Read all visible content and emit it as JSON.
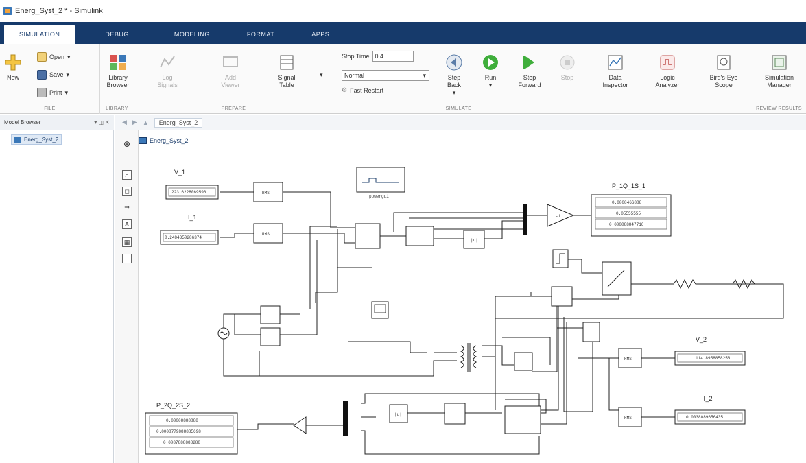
{
  "window": {
    "title": "Energ_Syst_2 * - Simulink"
  },
  "tabs": [
    "SIMULATION",
    "DEBUG",
    "MODELING",
    "FORMAT",
    "APPS"
  ],
  "ribbon": {
    "file": {
      "label": "FILE",
      "new": "New",
      "open": "Open",
      "save": "Save",
      "print": "Print"
    },
    "library": {
      "label": "LIBRARY",
      "browser": "Library Browser"
    },
    "prepare": {
      "label": "PREPARE",
      "log_signals": "Log Signals",
      "add_viewer": "Add Viewer",
      "signal_table": "Signal Table"
    },
    "simulate": {
      "label": "SIMULATE",
      "stop_time_label": "Stop Time",
      "stop_time": "0.4",
      "mode": "Normal",
      "fast_restart": "Fast Restart",
      "step_back": "Step Back",
      "run": "Run",
      "step_forward": "Step Forward",
      "stop": "Stop"
    },
    "review": {
      "label": "REVIEW RESULTS",
      "data_inspector": "Data Inspector",
      "logic_analyzer": "Logic Analyzer",
      "birds_eye": "Bird's-Eye Scope",
      "sim_manager": "Simulation Manager"
    }
  },
  "model_browser": {
    "title": "Model Browser",
    "item": "Energ_Syst_2"
  },
  "breadcrumb": "Energ_Syst_2",
  "model_name": "Energ_Syst_2",
  "blocks": {
    "v1_label": "V_1",
    "v1_value": "223.6228069596",
    "i_label": "I_1",
    "i_value": "0.2484350286374",
    "pq_label": "P_1Q_1S_1",
    "pq_values": [
      "0.0008466888",
      "0.05555555",
      "0.000088847716"
    ],
    "powergui": "powergui",
    "v2_label": "V_2",
    "v2_value": "114.8958858258",
    "i2_label": "I_2",
    "i2_value": "0.0038089656435",
    "pq2_label": "P_2Q_2S_2",
    "pq2_values": [
      "0.00008888888",
      "0.0008779888885698",
      "0.0087888888288"
    ],
    "rms": "RMS"
  },
  "colors": {
    "tabbar": "#163a6b",
    "accent": "#1b3c6a"
  }
}
